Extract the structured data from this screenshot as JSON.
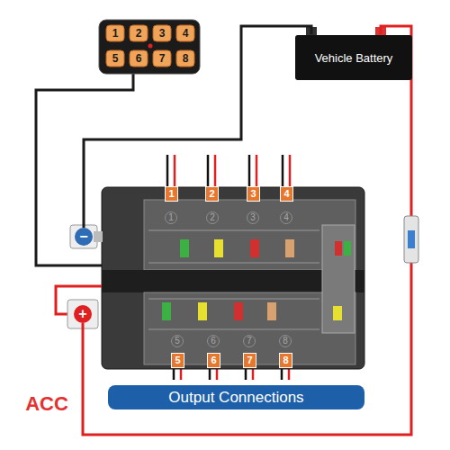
{
  "diagram": {
    "nodes": [
      {
        "text": [
          "Vehicle Battery"
        ]
      },
      {
        "text": [
          "−"
        ]
      },
      {
        "text": [
          "+"
        ]
      },
      {
        "text": [
          "Output Connections"
        ]
      }
    ],
    "edges": [
      {
        "from": 0,
        "to": 1,
        "arrow": "none"
      },
      {
        "from": 0,
        "to": 2,
        "arrow": "none"
      }
    ],
    "labels": [
      "1",
      "2",
      "3",
      "4",
      "5",
      "6",
      "7",
      "8",
      "1",
      "2",
      "3",
      "4",
      "1",
      "2",
      "3",
      "4",
      "5",
      "6",
      "7",
      "8",
      "5",
      "6",
      "7",
      "8",
      "ACC"
    ]
  }
}
